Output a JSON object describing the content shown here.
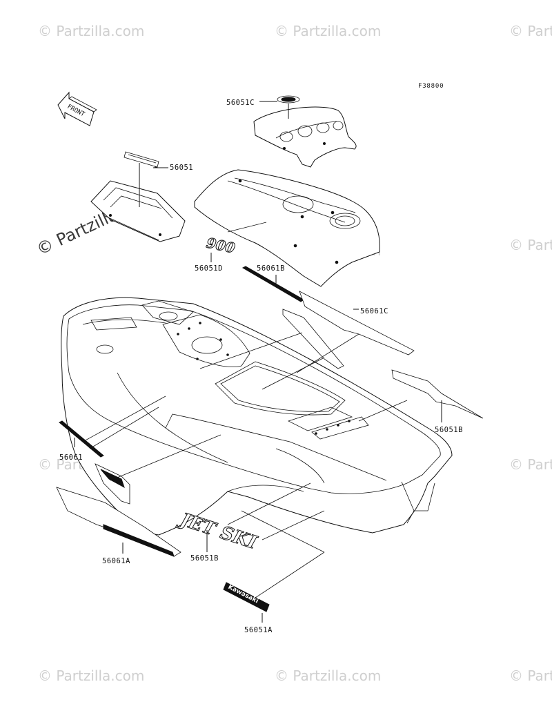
{
  "figure_code": "F38800",
  "front_arrow_label": "FRONT",
  "watermark": "© Partzilla.com",
  "watermark_center": "© Partzilla.com",
  "decal_text": {
    "model": "900",
    "jetski": "JET SKI",
    "kawasaki": "Kawasaki"
  },
  "parts": [
    {
      "id": "56051C",
      "label": "56051C"
    },
    {
      "id": "56051",
      "label": "56051"
    },
    {
      "id": "56051D",
      "label": "56051D"
    },
    {
      "id": "56061B",
      "label": "56061B"
    },
    {
      "id": "56061C",
      "label": "56061C"
    },
    {
      "id": "56051B_right",
      "label": "56051B"
    },
    {
      "id": "56061",
      "label": "56061"
    },
    {
      "id": "56061A",
      "label": "56061A"
    },
    {
      "id": "56051B_jetski",
      "label": "56051B"
    },
    {
      "id": "56051A",
      "label": "56051A"
    }
  ]
}
